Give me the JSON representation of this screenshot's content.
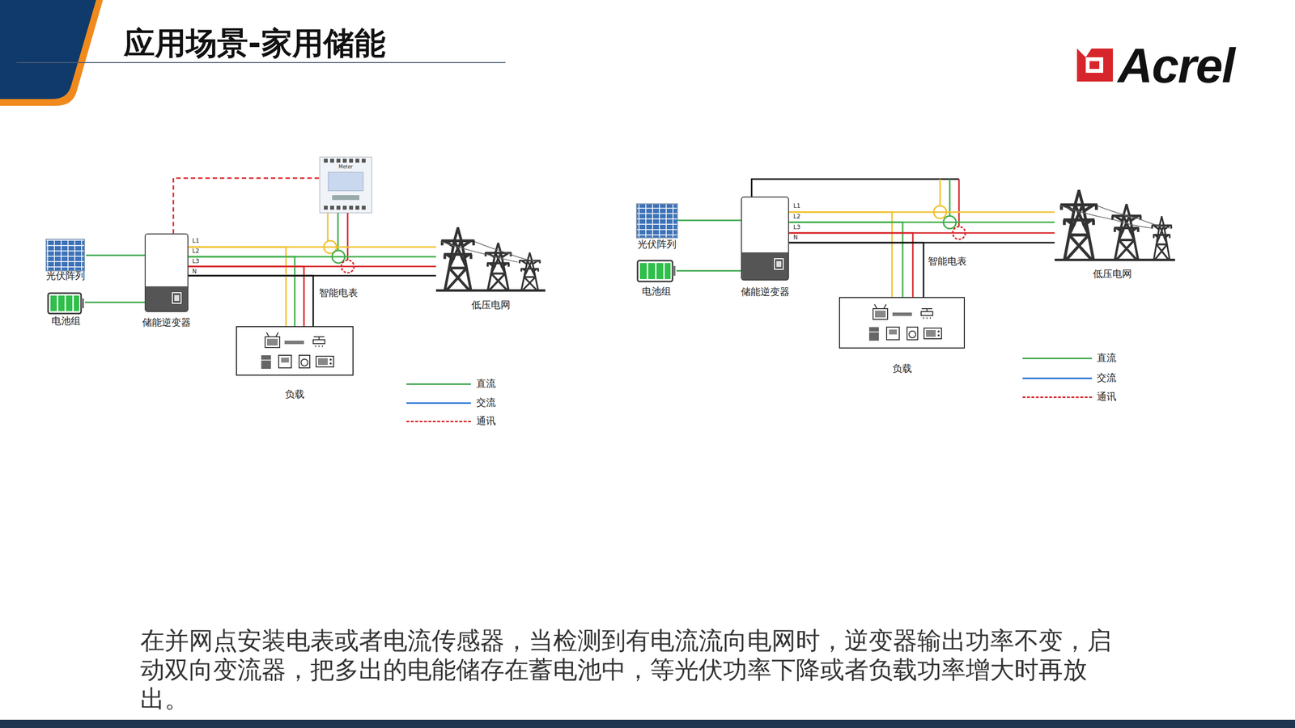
{
  "diagram": {
    "title": "应用场景-家用储能",
    "caption": "在并网点安装电表或者电流传感器，当检测到有电流流向电网时，逆变器输出功率不变，启动双向变流器，把多出的电能储存在蓄电池中，等光伏功率下降或者负载功率增大时再放出。",
    "nodes": [
      {
        "text": [
          "光伏阵列"
        ]
      },
      {
        "text": [
          "电池组"
        ]
      },
      {
        "text": [
          "储能逆变器"
        ]
      },
      {
        "text": [
          "Meter"
        ]
      },
      {
        "text": [
          "负载"
        ]
      },
      {
        "text": [
          "低压电网"
        ]
      },
      {
        "text": [
          "光伏阵列"
        ]
      },
      {
        "text": [
          "电池组"
        ]
      },
      {
        "text": [
          "储能逆变器"
        ]
      },
      {
        "text": [
          "负载"
        ]
      },
      {
        "text": [
          "低压电网"
        ]
      }
    ],
    "edges": [
      {
        "from": 0,
        "to": 2,
        "arrow": "none"
      },
      {
        "from": 1,
        "to": 2,
        "arrow": "none"
      },
      {
        "from": 2,
        "to": 3,
        "arrow": "none"
      },
      {
        "from": 2,
        "to": 5,
        "arrow": "none"
      },
      {
        "from": 2,
        "to": 4,
        "arrow": "none"
      },
      {
        "from": 6,
        "to": 8,
        "arrow": "none"
      },
      {
        "from": 7,
        "to": 8,
        "arrow": "none"
      },
      {
        "from": 8,
        "to": 9,
        "arrow": "none"
      },
      {
        "from": 8,
        "to": 10,
        "arrow": "none"
      }
    ],
    "labels": [
      "L1",
      "L2",
      "L3",
      "N",
      "智能电表",
      "L1",
      "L2",
      "L3",
      "N",
      "智能电表",
      "Acrel"
    ],
    "legend": [
      {
        "text": "直流"
      },
      {
        "text": "交流"
      },
      {
        "text": "通讯"
      },
      {
        "text": "直流"
      },
      {
        "text": "交流"
      },
      {
        "text": "通讯"
      }
    ]
  }
}
